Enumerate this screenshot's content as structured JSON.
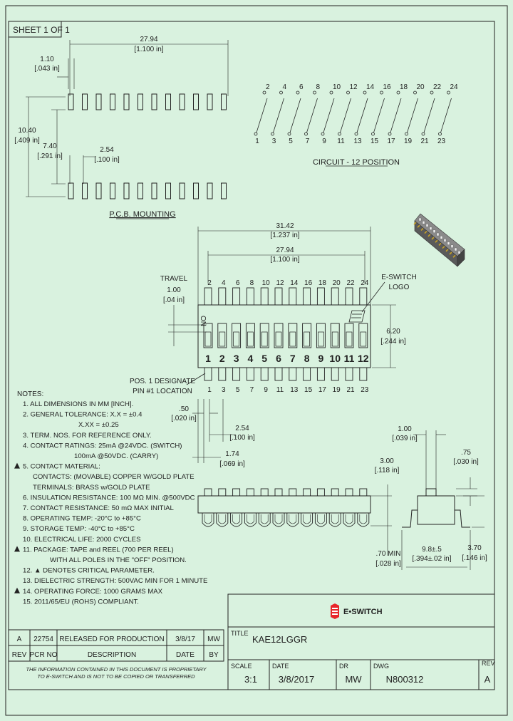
{
  "sheet": {
    "label": "SHEET 1 OF 1"
  },
  "pcb": {
    "title": "P.C.B. MOUNTING",
    "dim_width": "27.94",
    "dim_width_in": "[1.100 in]",
    "dim_pad": "1.10",
    "dim_pad_in": "[.043 in]",
    "dim_height": "10.40",
    "dim_height_in": "[.409 in]",
    "dim_inner": "7.40",
    "dim_inner_in": "[.291 in]",
    "dim_pitch": "2.54",
    "dim_pitch_in": "[.100 in]"
  },
  "circuit": {
    "title": "CIRCUIT - 12 POSITION",
    "top_nums": [
      "2",
      "4",
      "6",
      "8",
      "10",
      "12",
      "14",
      "16",
      "18",
      "20",
      "22",
      "24"
    ],
    "bottom_nums": [
      "1",
      "3",
      "5",
      "7",
      "9",
      "11",
      "13",
      "15",
      "17",
      "19",
      "21",
      "23"
    ]
  },
  "front": {
    "dim_overall": "31.42",
    "dim_overall_in": "[1.237 in]",
    "dim_pins": "27.94",
    "dim_pins_in": "[1.100 in]",
    "travel_label": "TRAVEL",
    "travel_val": "1.00",
    "travel_in": "[.04 in]",
    "eswitch_logo_label": "E-SWITCH",
    "logo_label": "LOGO",
    "dim_height": "6.20",
    "dim_height_in": "[.244 in]",
    "on_label": "ON",
    "switch_nums": [
      "1",
      "2",
      "3",
      "4",
      "5",
      "6",
      "7",
      "8",
      "9",
      "10",
      "11",
      "12"
    ],
    "top_pin_nums": [
      "2",
      "4",
      "6",
      "8",
      "10",
      "12",
      "14",
      "16",
      "18",
      "20",
      "22",
      "24"
    ],
    "bottom_pin_nums": [
      "1",
      "3",
      "5",
      "7",
      "9",
      "11",
      "13",
      "15",
      "17",
      "19",
      "21",
      "23"
    ],
    "pos1_line1": "POS. 1 DESIGNATE",
    "pos1_line2": "PIN #1 LOCATION",
    "dim_50": ".50",
    "dim_50_in": "[.020 in]",
    "dim_254": "2.54",
    "dim_254_in": "[.100 in]",
    "dim_174": "1.74",
    "dim_174_in": "[.069 in]"
  },
  "side": {
    "dim_300": "3.00",
    "dim_300_in": "[.118 in]",
    "dim_70": ".70 MIN",
    "dim_70_in": "[.028 in]",
    "dim_100": "1.00",
    "dim_100_in": "[.039 in]",
    "dim_75": ".75",
    "dim_75_in": "[.030 in]",
    "dim_98": "9.8±.5",
    "dim_98_in": "[.394±.02 in]",
    "dim_370": "3.70",
    "dim_370_in": "[.146 in]"
  },
  "notes": {
    "heading": "NOTES:",
    "lines": [
      "1. ALL DIMENSIONS IN MM [INCH].",
      "2. GENERAL TOLERANCE: X.X = ±0.4",
      "X.XX = ±0.25",
      "3. TERM. NOS. FOR REFERENCE ONLY.",
      "4. CONTACT RATINGS: 25mA @24VDC. (SWITCH)",
      "100mA @50VDC. (CARRY)",
      "5. CONTACT MATERIAL:",
      "CONTACTS: (MOVABLE) COPPER W/GOLD PLATE",
      "TERMINALS: BRASS w/GOLD PLATE",
      "6. INSULATION RESISTANCE: 100 MΩ MIN. @500VDC",
      "7. CONTACT RESISTANCE: 50 mΩ MAX INITIAL",
      "8. OPERATING TEMP: -20°C to +85°C",
      "9. STORAGE TEMP: -40°C to +85°C",
      "10. ELECTRICAL LIFE: 2000 CYCLES",
      "11. PACKAGE: TAPE and REEL (700 PER REEL)",
      "WITH ALL POLES IN THE \"OFF\" POSITION.",
      "12. ▲ DENOTES CRITICAL PARAMETER.",
      "13. DIELECTRIC STRENGTH: 500VAC MIN FOR 1 MINUTE",
      "14. OPERATING FORCE: 1000 GRAMS MAX",
      "15. 2011/65/EU (ROHS) COMPLIANT."
    ]
  },
  "revision": {
    "rev": "A",
    "pcr": "22754",
    "description": "RELEASED FOR PRODUCTION",
    "date": "3/8/17",
    "by": "MW",
    "h_rev": "REV",
    "h_pcr": "PCR NO",
    "h_desc": "DESCRIPTION",
    "h_date": "DATE",
    "h_by": "BY"
  },
  "confidential": {
    "line1": "THE INFORMATION CONTAINED IN THIS DOCUMENT IS PROPRIETARY",
    "line2": "TO E-SWITCH AND IS NOT TO BE COPIED OR TRANSFERRED"
  },
  "title_block": {
    "brand": "E•SWITCH",
    "title_label": "TITLE",
    "title_value": "KAE12LGGR",
    "scale_label": "SCALE",
    "scale_value": "3:1",
    "date_label": "DATE",
    "date_value": "3/8/2017",
    "dr_label": "DR",
    "dr_value": "MW",
    "dwg_label": "DWG",
    "dwg_value": "N800312",
    "rev_label": "REV",
    "rev_value": "A"
  },
  "colors": {
    "background": "#d9f2df",
    "brand_red": "#e8262a",
    "line": "#222222"
  }
}
